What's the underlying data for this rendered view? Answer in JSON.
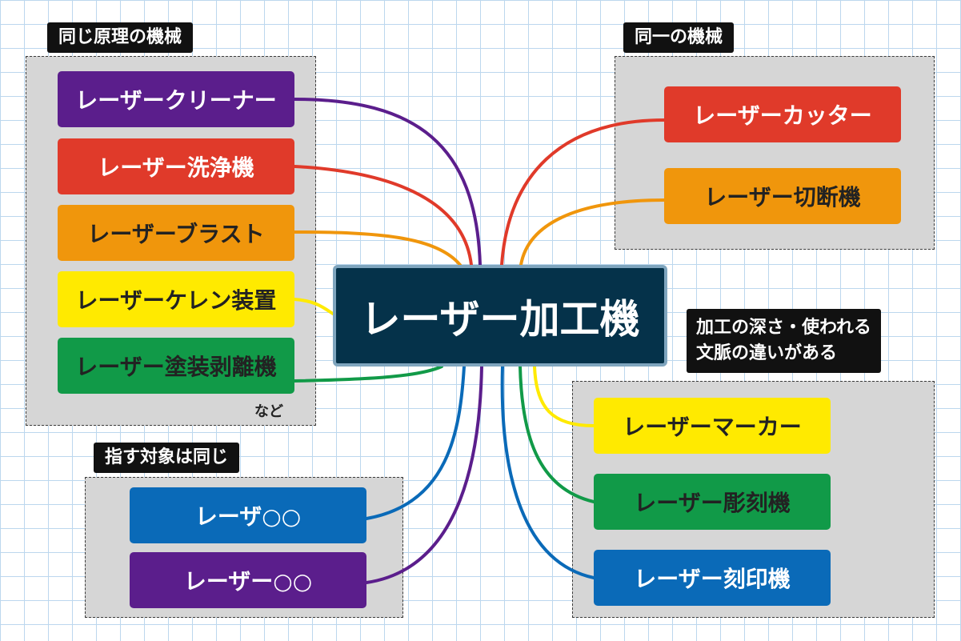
{
  "center": {
    "label": "レーザー加工機"
  },
  "groups": {
    "same_principle": {
      "title": "同じ原理の機械",
      "note": "など",
      "items": [
        "レーザークリーナー",
        "レーザー洗浄機",
        "レーザーブラスト",
        "レーザーケレン装置",
        "レーザー塗装剥離機"
      ]
    },
    "same_machine": {
      "title": "同一の機械",
      "items": [
        "レーザーカッター",
        "レーザー切断機"
      ]
    },
    "same_target": {
      "title": "指す対象は同じ",
      "items": [
        "レーザ○○",
        "レーザー○○"
      ]
    },
    "context_difference": {
      "title": "加工の深さ・使われる\n文脈の違いがある",
      "items": [
        "レーザーマーカー",
        "レーザー彫刻機",
        "レーザー刻印機"
      ]
    }
  },
  "colors": {
    "purple": "#5b1e8c",
    "red": "#e03a2a",
    "orange": "#f0960c",
    "yellow": "#ffea00",
    "green": "#119a48",
    "blue": "#0a6ab8",
    "center": "#05324a",
    "center_border": "#7fa5be",
    "group_box": "#d6d6d6",
    "tag": "#111111"
  }
}
